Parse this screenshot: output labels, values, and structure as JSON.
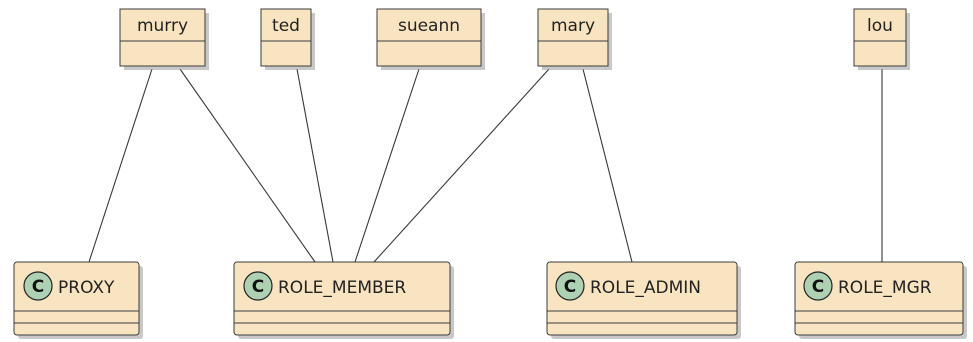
{
  "objects": [
    {
      "id": "murry",
      "label": "murry"
    },
    {
      "id": "ted",
      "label": "ted"
    },
    {
      "id": "sueann",
      "label": "sueann"
    },
    {
      "id": "mary",
      "label": "mary"
    },
    {
      "id": "lou",
      "label": "lou"
    }
  ],
  "classes": [
    {
      "id": "PROXY",
      "label": "PROXY",
      "stereotype": "C"
    },
    {
      "id": "ROLE_MEMBER",
      "label": "ROLE_MEMBER",
      "stereotype": "C"
    },
    {
      "id": "ROLE_ADMIN",
      "label": "ROLE_ADMIN",
      "stereotype": "C"
    },
    {
      "id": "ROLE_MGR",
      "label": "ROLE_MGR",
      "stereotype": "C"
    }
  ],
  "links": [
    {
      "from": "murry",
      "to": "PROXY"
    },
    {
      "from": "murry",
      "to": "ROLE_MEMBER"
    },
    {
      "from": "ted",
      "to": "ROLE_MEMBER"
    },
    {
      "from": "sueann",
      "to": "ROLE_MEMBER"
    },
    {
      "from": "mary",
      "to": "ROLE_MEMBER"
    },
    {
      "from": "mary",
      "to": "ROLE_ADMIN"
    },
    {
      "from": "lou",
      "to": "ROLE_MGR"
    }
  ],
  "colors": {
    "box_fill": "#F8E4C0",
    "box_border": "#3B3B3B",
    "class_badge": "#ADD1B2"
  }
}
